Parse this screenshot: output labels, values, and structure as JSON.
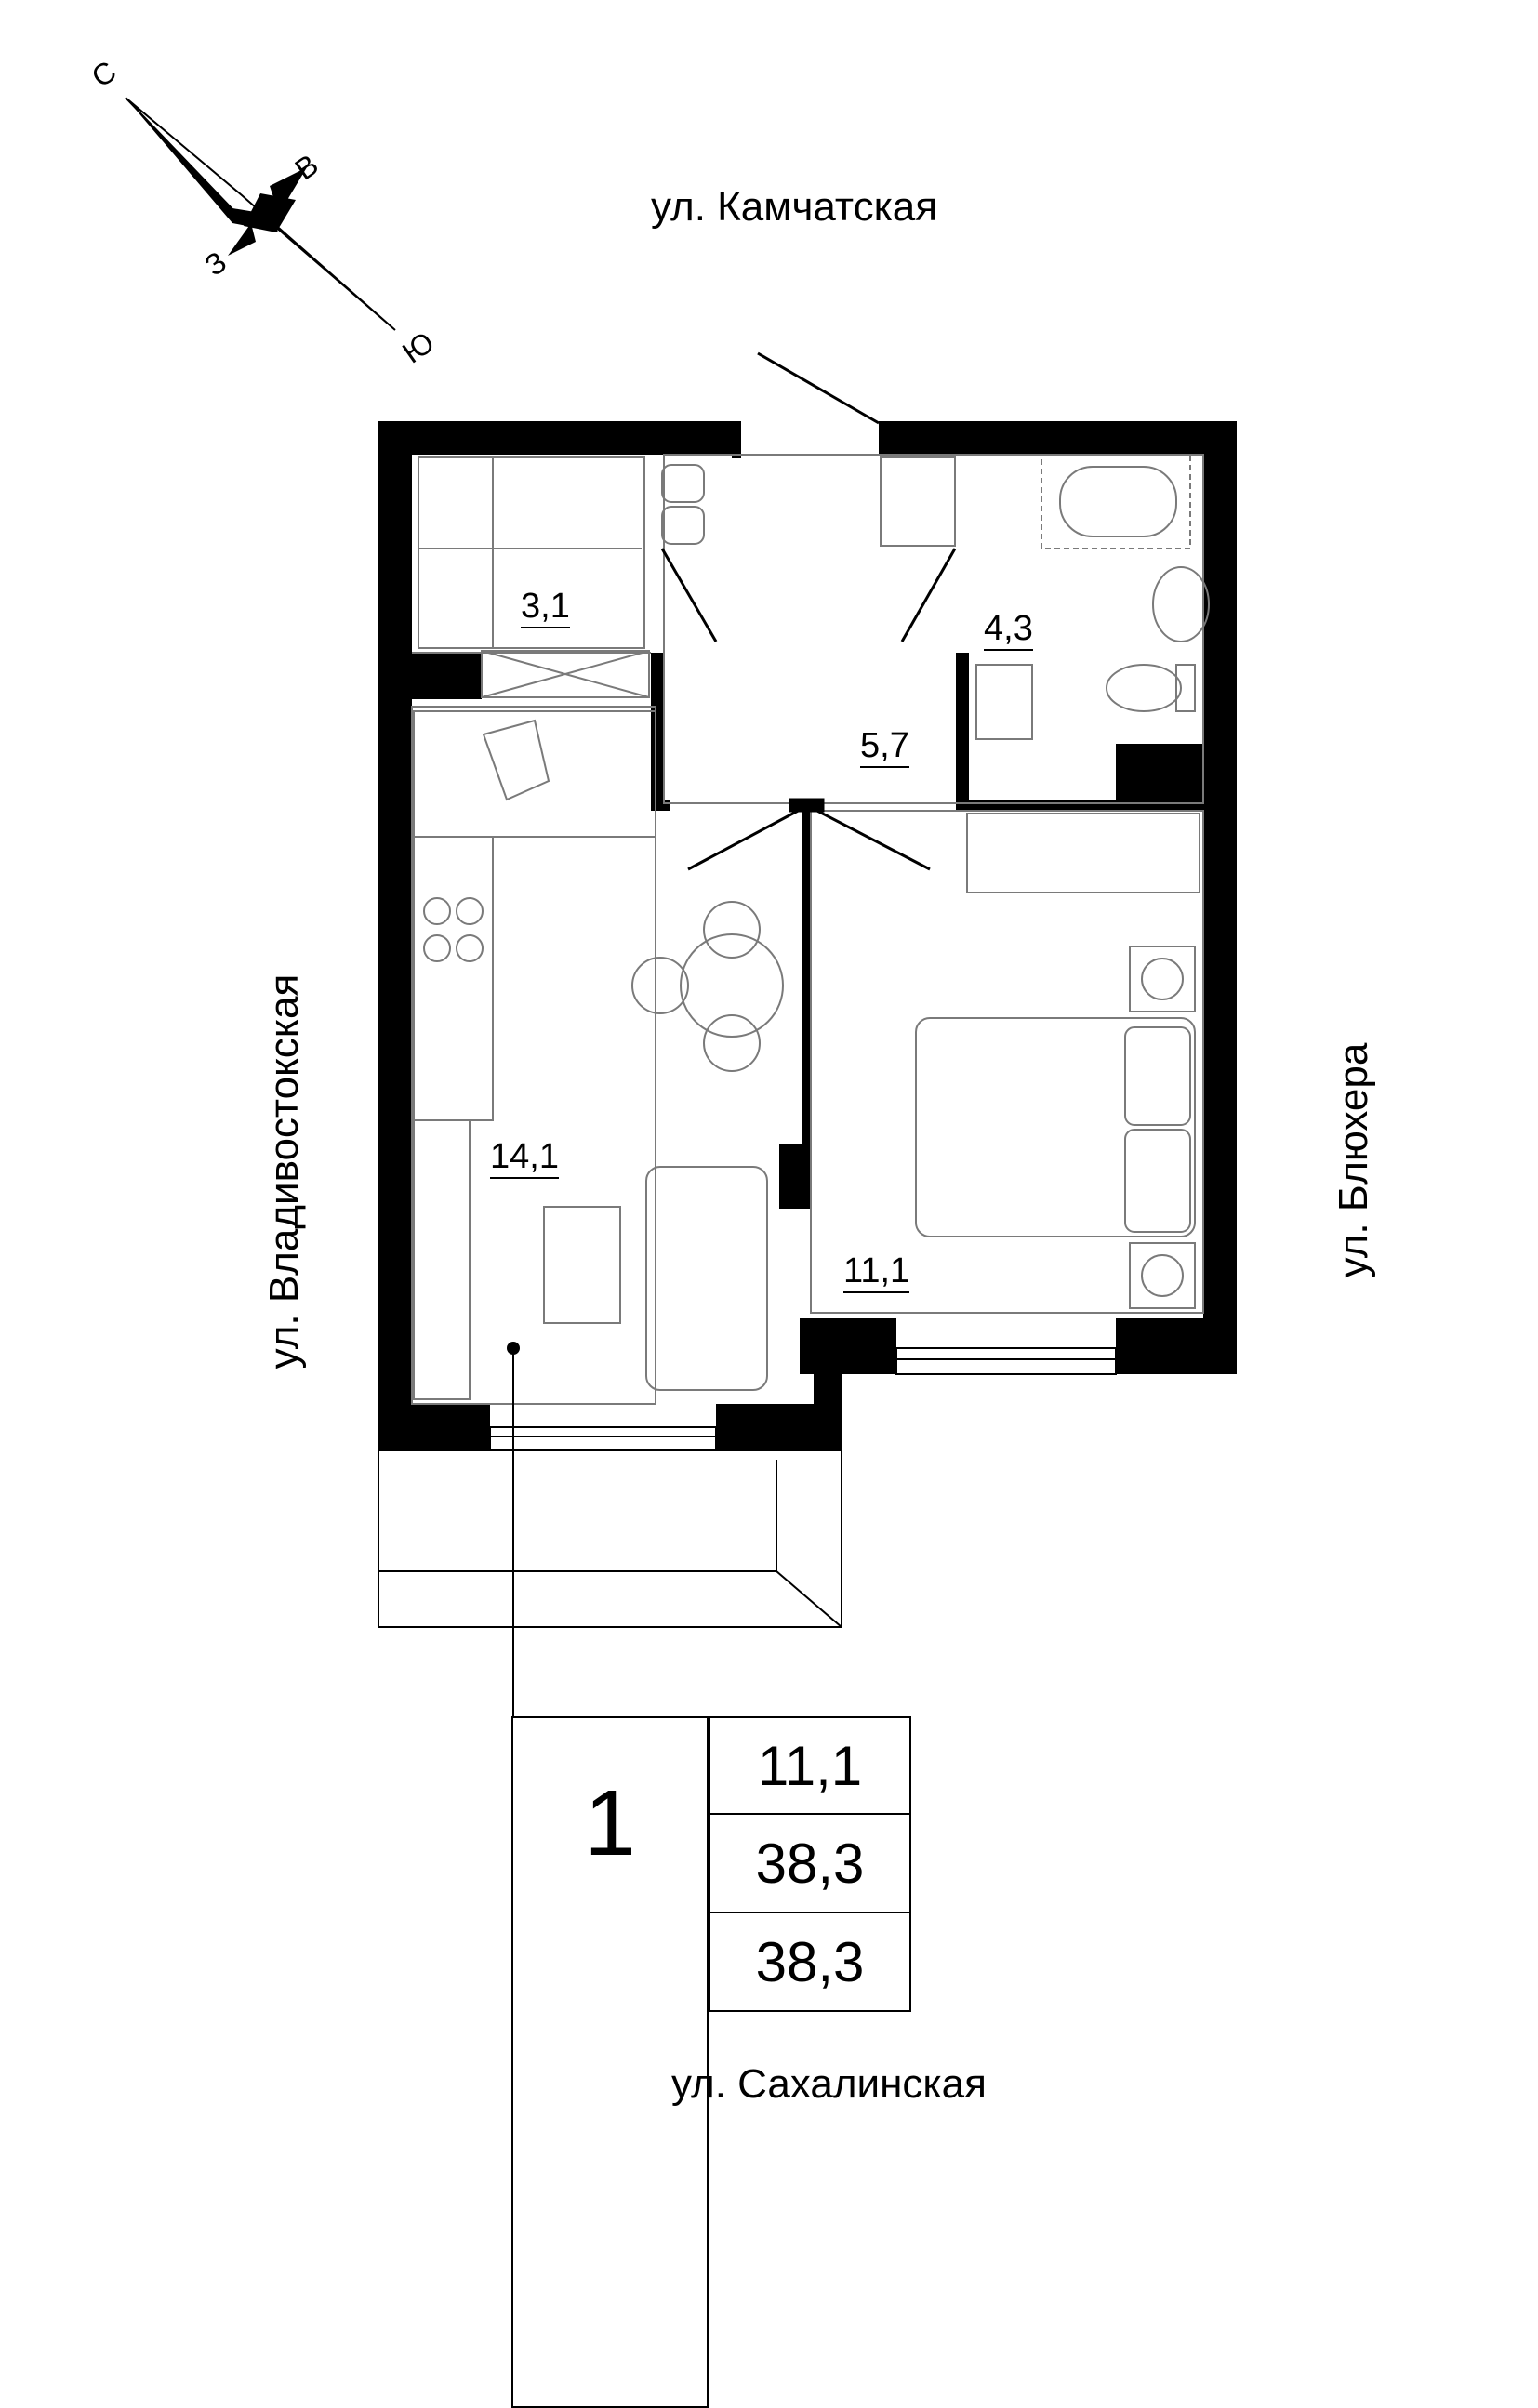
{
  "compass": {
    "north": "С",
    "east": "В",
    "west": "З",
    "south": "Ю"
  },
  "streets": {
    "top": "ул. Камчатская",
    "bottom": "ул. Сахалинская",
    "left": "ул. Владивостокская",
    "right": "ул. Блюхера"
  },
  "rooms": {
    "storage": "3,1",
    "bathroom": "4,3",
    "hall": "5,7",
    "kitchen_living": "14,1",
    "bedroom": "11,1"
  },
  "summary": {
    "rooms_count": "1",
    "living_area": "11,1",
    "total_area": "38,3",
    "total_area_with_balcony": "38,3"
  },
  "colors": {
    "walls": "#000000",
    "furniture": "#7a7a7a"
  }
}
